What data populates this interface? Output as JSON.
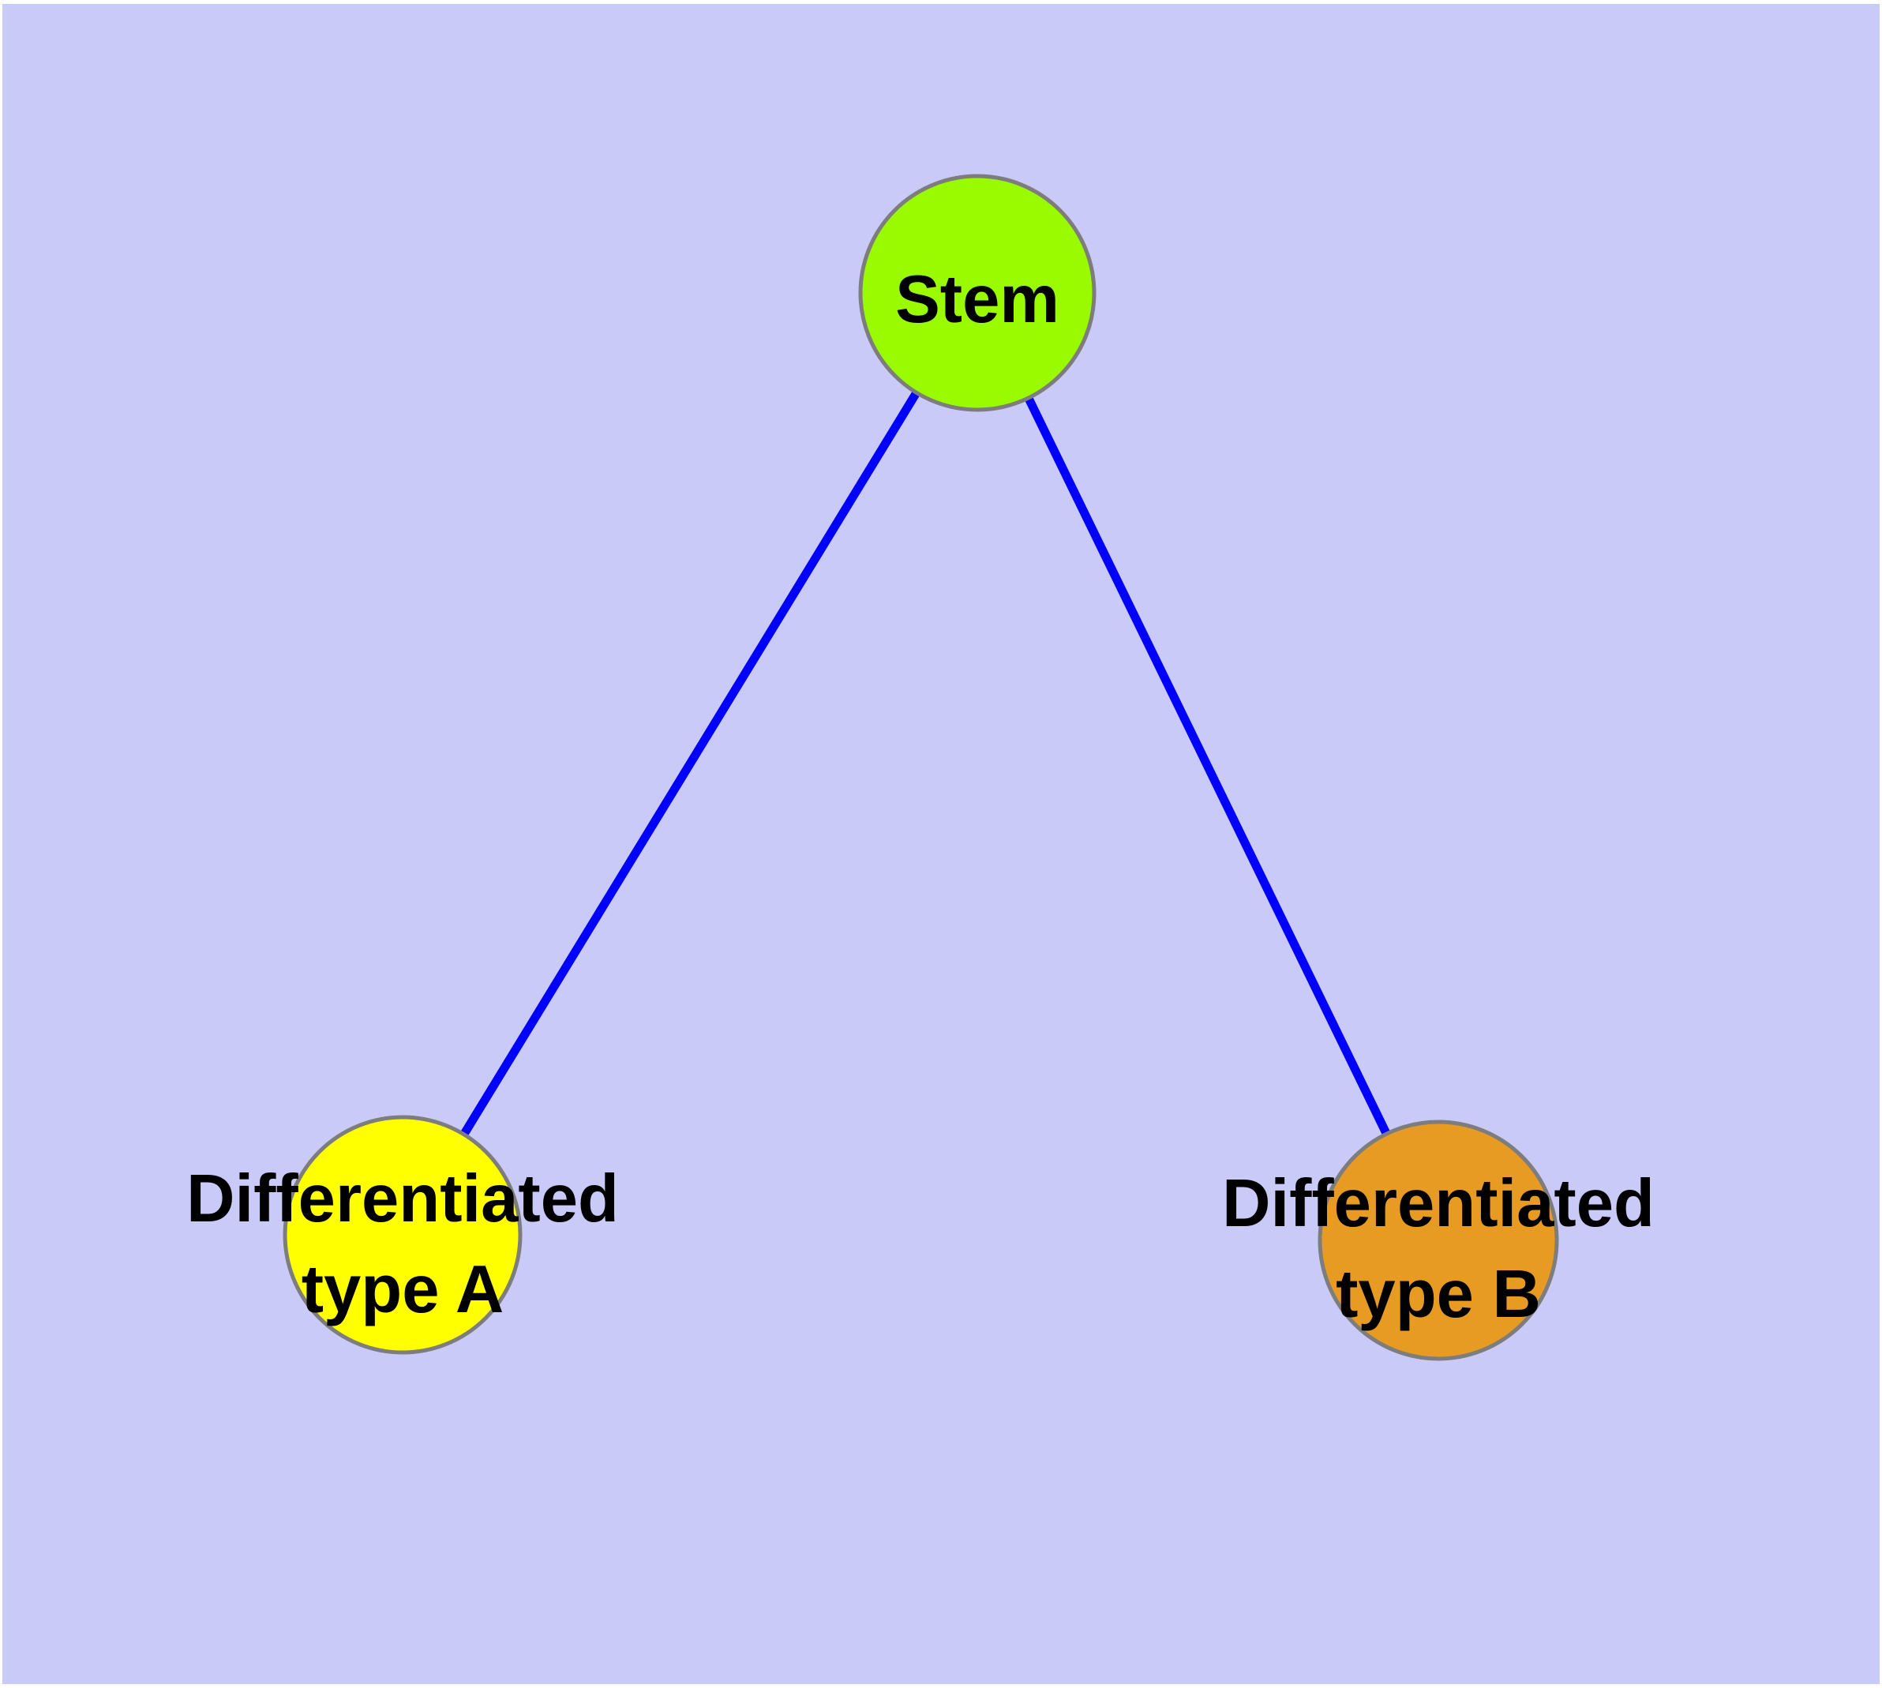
{
  "diagram": {
    "type": "node-link-graph",
    "background_color": "#CACAF8",
    "page_margin_color": "#FFFFFF",
    "edge_color": "#0000FF",
    "node_border_color": "#7D7D7D",
    "label_color": "#000000",
    "nodes": [
      {
        "id": "stem",
        "label": "Stem",
        "line1": "Stem",
        "line2": "",
        "fill": "#9AFB00"
      },
      {
        "id": "differentiated-type-a",
        "label": "Differentiated type A",
        "line1": "Differentiated",
        "line2": "type A",
        "fill": "#FFFF00"
      },
      {
        "id": "differentiated-type-b",
        "label": "Differentiated type B",
        "line1": "Differentiated",
        "line2": "type B",
        "fill": "#E89B22"
      }
    ],
    "edges": [
      {
        "from": "stem",
        "to": "differentiated-type-a"
      },
      {
        "from": "stem",
        "to": "differentiated-type-b"
      }
    ]
  }
}
